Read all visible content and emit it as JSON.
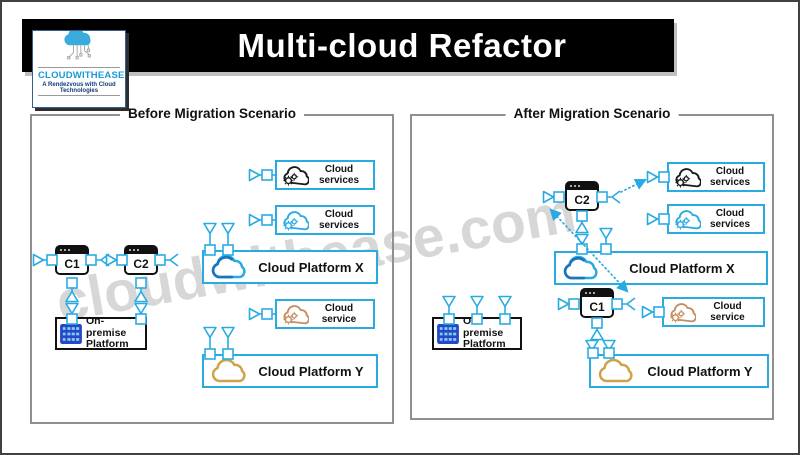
{
  "title": "Multi-cloud Refactor",
  "logo": {
    "name": "CLOUDWITHEASE",
    "tagline": "A Rendezvous with Cloud Technologies"
  },
  "watermark": "cloudwithease.com",
  "colors": {
    "accent_blue": "#29abe2",
    "dark_blue": "#1b75bc",
    "gold": "#cfa24c",
    "tan": "#c98c5e",
    "logo_blue": "#1a9bd7",
    "titlebar_bg": "#000000"
  },
  "before": {
    "legend": "Before Migration Scenario",
    "node1": "C1",
    "node2": "C2",
    "onprem": "On-premise Platform",
    "services_top": "Cloud services",
    "services_mid": "Cloud services",
    "platform_x": "Cloud Platform X",
    "service_small": "Cloud service",
    "platform_y": "Cloud Platform Y"
  },
  "after": {
    "legend": "After Migration Scenario",
    "node1": "C1",
    "node2": "C2",
    "onprem": "On-premise Platform",
    "services_top": "Cloud services",
    "services_mid": "Cloud services",
    "platform_x": "Cloud Platform X",
    "service_small": "Cloud service",
    "platform_y": "Cloud Platform Y"
  }
}
